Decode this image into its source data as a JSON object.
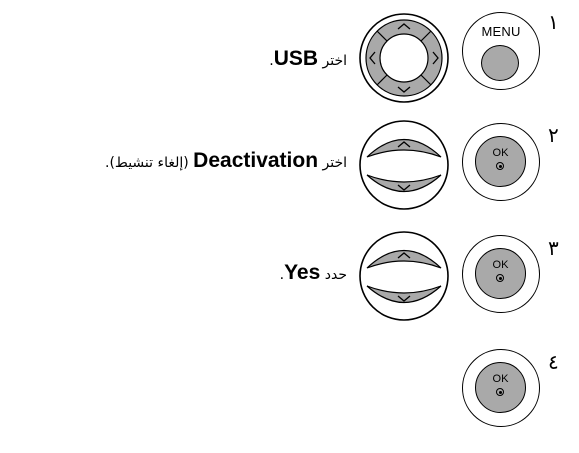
{
  "steps": [
    {
      "number": "١",
      "menu_button": "MENU",
      "caption": {
        "prefix": "اختر",
        "bold": "USB",
        "suffix": "."
      }
    },
    {
      "number": "٢",
      "ok_button": "OK",
      "caption": {
        "prefix": "اختر",
        "bold": "Deactivation",
        "suffix": "(إلغاء تنشيط)."
      }
    },
    {
      "number": "٣",
      "ok_button": "OK",
      "caption": {
        "prefix": "حدد",
        "bold": "Yes",
        "suffix": "."
      }
    },
    {
      "number": "٤",
      "ok_button": "OK"
    }
  ],
  "colors": {
    "button_fill": "#a9a9a9",
    "outline": "#000000",
    "background": "#ffffff"
  },
  "icons": [
    "menu-button-icon",
    "four-way-nav-pad-icon",
    "up-down-nav-icon",
    "ok-button-icon"
  ]
}
